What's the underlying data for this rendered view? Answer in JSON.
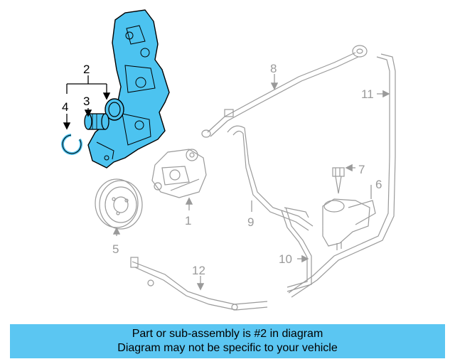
{
  "callouts": {
    "c1": "1",
    "c2": "2",
    "c3": "3",
    "c4": "4",
    "c5": "5",
    "c6": "6",
    "c7": "7",
    "c8": "8",
    "c9": "9",
    "c10": "10",
    "c11": "11",
    "c12": "12"
  },
  "banner": {
    "line1": "Part or sub-assembly is #2 in diagram",
    "line2": "Diagram may not be specific to your vehicle"
  },
  "colors": {
    "highlight": "#4cc3f0",
    "banner": "#5bc6f2",
    "outline_gray": "#9a9a9a"
  }
}
